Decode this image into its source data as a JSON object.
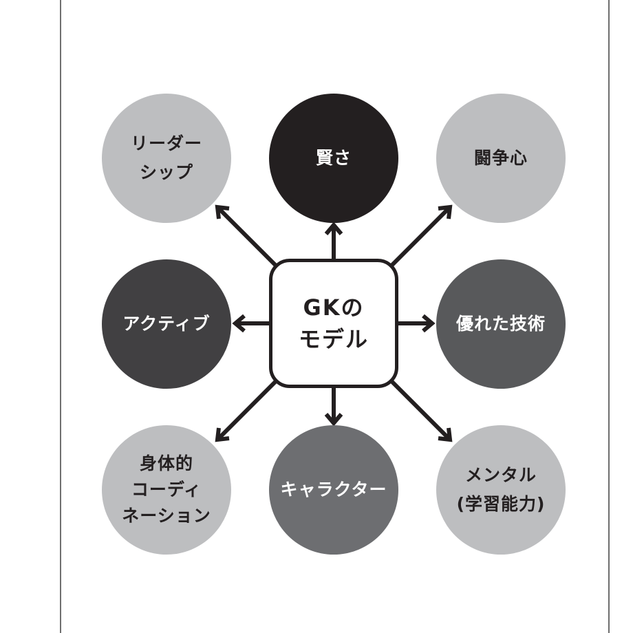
{
  "colors": {
    "light_gray": "#bdbec0",
    "black": "#231f20",
    "dark_gray": "#414042",
    "mid_gray": "#58595b",
    "gray": "#6d6e71",
    "frame_line": "#6e6e6e"
  },
  "center": {
    "label": "GKの\nモデル"
  },
  "nodes": {
    "leadership": "リーダー\nシップ",
    "kashikosa": "賢さ",
    "tososhin": "闘争心",
    "active": "アクティブ",
    "skill": "優れた技術",
    "physical": "身体的\nコーディ\nネーション",
    "character": "キャラクター",
    "mental": "メンタル\n(学習能力)"
  }
}
